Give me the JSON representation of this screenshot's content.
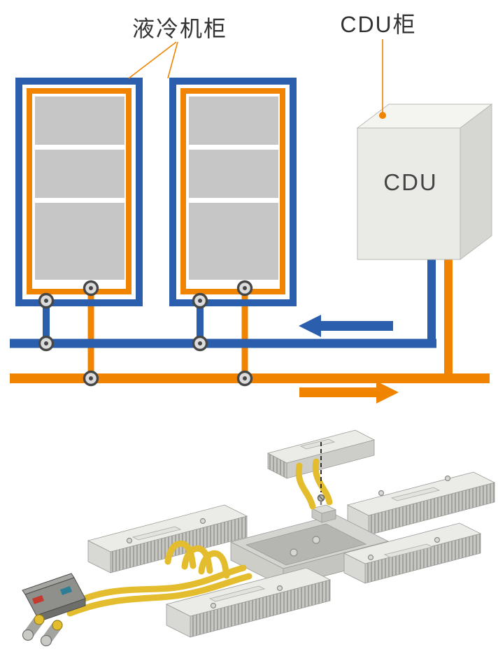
{
  "diagram": {
    "title_labels": {
      "rack": "液冷机柜",
      "cdu_cabinet": "CDU柜",
      "cdu_unit": "CDU"
    },
    "colors": {
      "supply_blue": "#2b5fae",
      "return_orange": "#f08300",
      "rack_equipment_gray": "#c6c6c6",
      "cdu_top": "#f4f4f1",
      "cdu_front": "#eaeae7",
      "cdu_side": "#d6d6d3",
      "hose_yellow": "#e3bd2e",
      "label_text": "#333333"
    },
    "flow_arrows": {
      "blue_direction": "left",
      "orange_direction": "right"
    }
  }
}
